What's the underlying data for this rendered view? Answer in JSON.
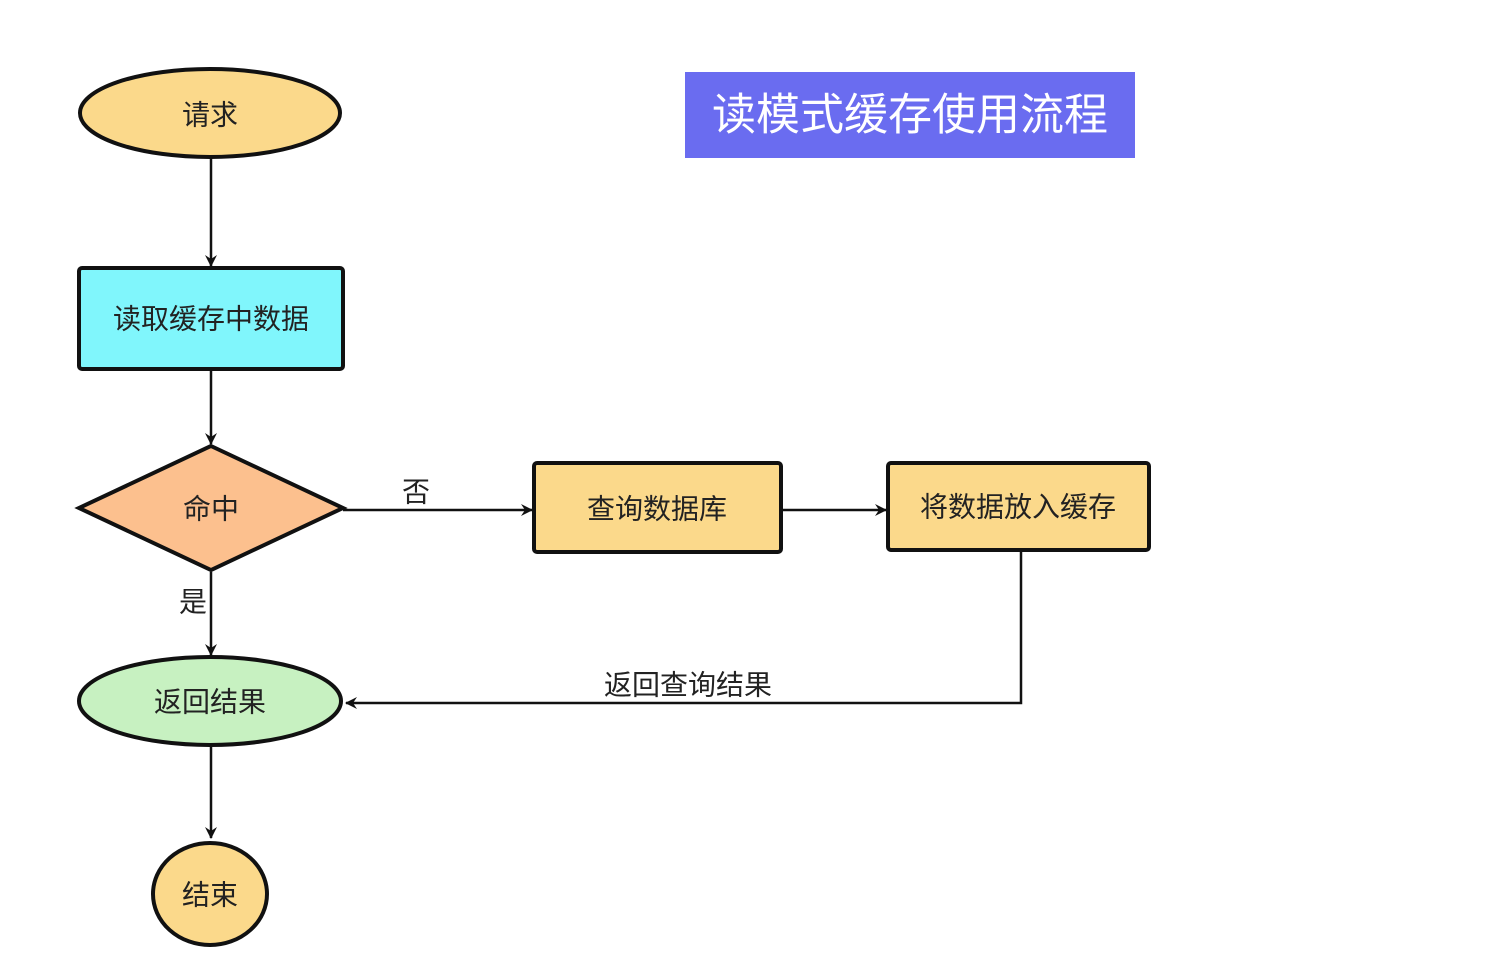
{
  "title": {
    "text": "读模式缓存使用流程",
    "color": "#6a6cf0"
  },
  "nodes": {
    "request": {
      "label": "请求",
      "color": "#fbd98b"
    },
    "read_cache": {
      "label": "读取缓存中数据",
      "color": "#80f6fc"
    },
    "hit": {
      "label": "命中",
      "color": "#fcc08e"
    },
    "query_db": {
      "label": "查询数据库",
      "color": "#fbd98b"
    },
    "put_cache": {
      "label": "将数据放入缓存",
      "color": "#fbd98b"
    },
    "return_result": {
      "label": "返回结果",
      "color": "#c7f1c1"
    },
    "end": {
      "label": "结束",
      "color": "#fbd98b"
    }
  },
  "edges": {
    "no_label": "否",
    "yes_label": "是",
    "return_query_label": "返回查询结果"
  }
}
